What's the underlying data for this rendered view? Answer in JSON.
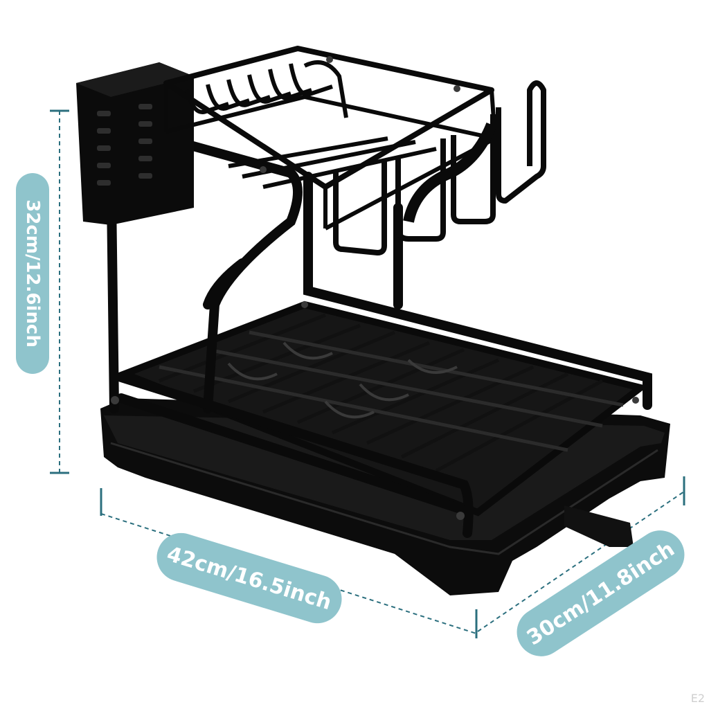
{
  "image": {
    "subject": "two-tier black dish drying rack",
    "background_color": "#ffffff",
    "rack_color": "#0b0b0b",
    "accent_color": "#8fc4cc",
    "dimension_line_color": "#2b6f7e"
  },
  "dimensions": {
    "height": "32cm/12.6inch",
    "length": "42cm/16.5inch",
    "depth": "30cm/11.8inch"
  },
  "watermark": "E2"
}
